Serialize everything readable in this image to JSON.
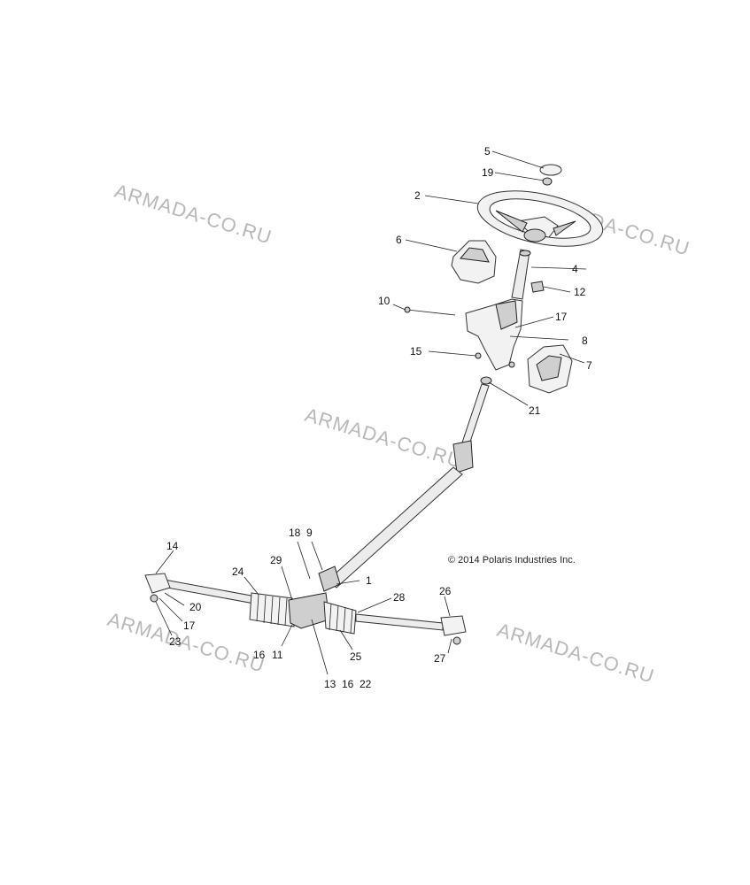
{
  "copyright": "© 2014 Polaris Industries Inc.",
  "watermark": "ARMADA-CO.RU",
  "callouts": {
    "c5": "5",
    "c19": "19",
    "c2": "2",
    "c6": "6",
    "c4": "4",
    "c12": "12",
    "c10": "10",
    "c17a": "17",
    "c8": "8",
    "c15": "15",
    "c7": "7",
    "c21": "21",
    "c18": "18",
    "c9": "9",
    "c14": "14",
    "c1": "1",
    "c24": "24",
    "c29": "29",
    "c28": "28",
    "c26": "26",
    "c20": "20",
    "c17b": "17",
    "c23": "23",
    "c16a": "16",
    "c11": "11",
    "c25": "25",
    "c27": "27",
    "c13": "13",
    "c16b": "16",
    "c22": "22"
  }
}
